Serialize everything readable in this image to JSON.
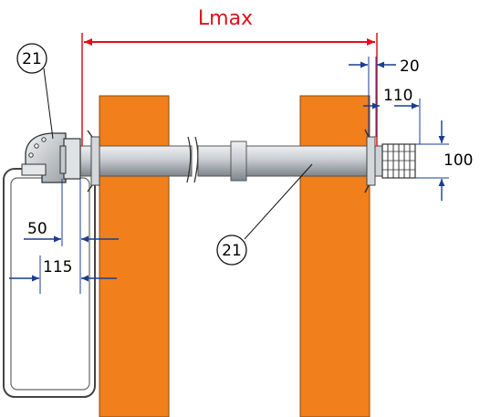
{
  "title": "Lmax",
  "labels": {
    "part_left": "21",
    "part_pipe": "21",
    "dim_20": "20",
    "dim_110": "110",
    "dim_100": "100",
    "dim_50": "50",
    "dim_115": "115"
  },
  "colors": {
    "wall": "#f07f1c",
    "pipe": "#c9cdd1",
    "pipe_dark": "#8c949a",
    "title": "#e0101c",
    "dimension_blue": "#1c3d8f",
    "outline": "#333333"
  }
}
